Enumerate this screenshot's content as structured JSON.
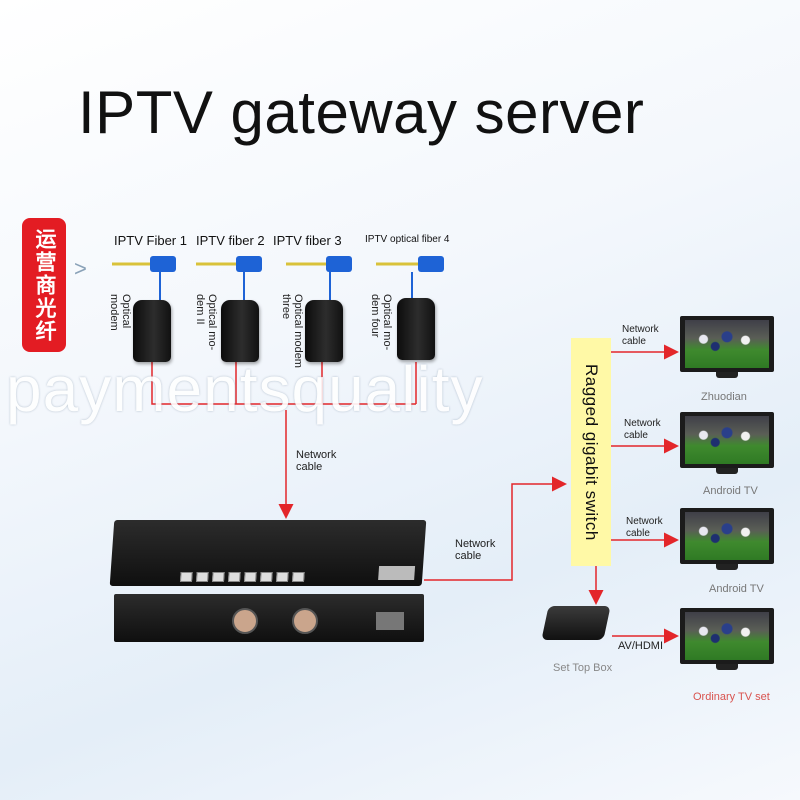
{
  "title": "IPTV gateway server",
  "operator": "运营商光纤",
  "fibers": [
    "IPTV Fiber 1",
    "IPTV fiber 2",
    "IPTV fiber 3",
    "IPTV optical fiber 4"
  ],
  "modems": [
    "Optical modem",
    "Optical mo-dem II",
    "Optical modem three",
    "Optical mo-dem four"
  ],
  "network_cable": "Network cable",
  "switch_label": "Ragged gigabit switch",
  "tv_labels": [
    "Zhuodian",
    "Android TV",
    "Android TV",
    "Ordinary TV set"
  ],
  "set_top_box": "Set Top Box",
  "av_hdmi": "AV/HDMI",
  "watermark": "paymentsquality",
  "colors": {
    "arrow": "#e3262a",
    "operator_box": "#e31c23",
    "switch_box": "#fff9a6",
    "fiber": "#1e63d6"
  }
}
